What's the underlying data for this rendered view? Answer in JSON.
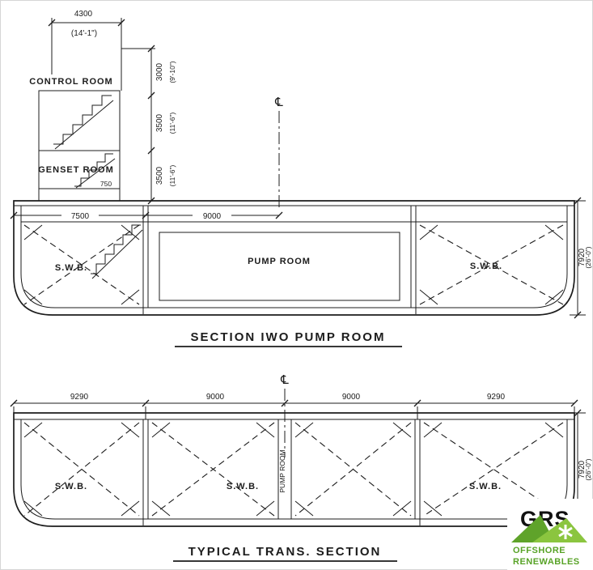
{
  "top": {
    "title": "SECTION IWO PUMP ROOM",
    "control_room": "CONTROL ROOM",
    "genset_room": "GENSET ROOM",
    "pump_room": "PUMP ROOM",
    "swb_left": "S.W.B.",
    "swb_right": "S.W.B.",
    "centerline_symbol": "℄",
    "dims": {
      "width": "4300",
      "width_ft": "(14'-1\")",
      "level1": "3000",
      "level1_ft": "(9'-10\")",
      "level2": "3500",
      "level2_ft": "(11'-6\")",
      "level3": "3500",
      "level3_ft": "(11'-6\")",
      "genset": "750",
      "bay_left": "7500",
      "bay_center": "9000",
      "depth": "7920",
      "depth_ft": "(26'-0\")"
    }
  },
  "bottom": {
    "title": "TYPICAL TRANS. SECTION",
    "swb_left": "S.W.B.",
    "swb_center": "S.W.B.",
    "swb_right": "S.W.B.",
    "trunk_label": "PUMP ROOM",
    "centerline_symbol": "℄",
    "dims": {
      "bay1": "9290",
      "bay2": "9000",
      "bay3": "9000",
      "bay4": "9290",
      "depth": "7920",
      "depth_ft": "(26'-0\")"
    }
  },
  "logo": {
    "name": "GRS",
    "tagline1": "OFFSHORE",
    "tagline2": "RENEWABLES"
  }
}
